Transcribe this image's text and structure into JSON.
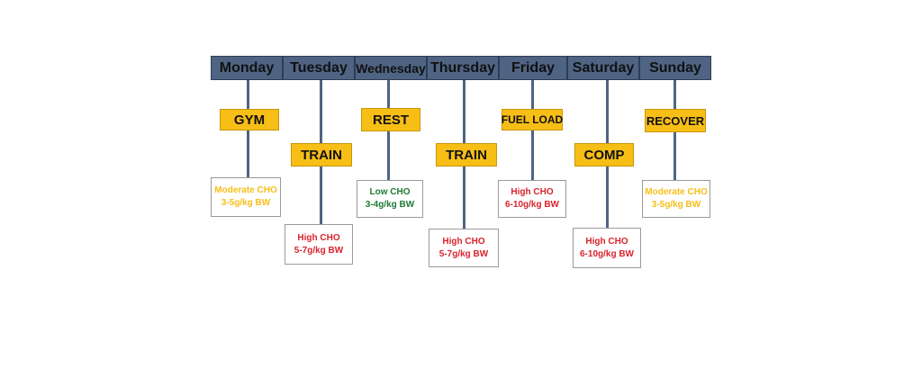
{
  "colors": {
    "header_fill": "#4f6483",
    "activity_fill": "#f7be16",
    "moderate": "#f7be16",
    "low": "#1e7a34",
    "high": "#d9232d"
  },
  "days": [
    {
      "day": "Monday",
      "activity": "GYM",
      "carb_level": "Moderate CHO",
      "carb_range": "3-5g/kg BW",
      "intensity": "moderate"
    },
    {
      "day": "Tuesday",
      "activity": "TRAIN",
      "carb_level": "High CHO",
      "carb_range": "5-7g/kg BW",
      "intensity": "high"
    },
    {
      "day": "Wednesday",
      "activity": "REST",
      "carb_level": "Low CHO",
      "carb_range": "3-4g/kg BW",
      "intensity": "low"
    },
    {
      "day": "Thursday",
      "activity": "TRAIN",
      "carb_level": "High CHO",
      "carb_range": "5-7g/kg BW",
      "intensity": "high"
    },
    {
      "day": "Friday",
      "activity": "FUEL LOAD",
      "carb_level": "High CHO",
      "carb_range": "6-10g/kg BW",
      "intensity": "high"
    },
    {
      "day": "Saturday",
      "activity": "COMP",
      "carb_level": "High CHO",
      "carb_range": "6-10g/kg BW",
      "intensity": "high"
    },
    {
      "day": "Sunday",
      "activity": "RECOVER",
      "carb_level": "Moderate CHO",
      "carb_range": "3-5g/kg BW",
      "intensity": "moderate"
    }
  ]
}
